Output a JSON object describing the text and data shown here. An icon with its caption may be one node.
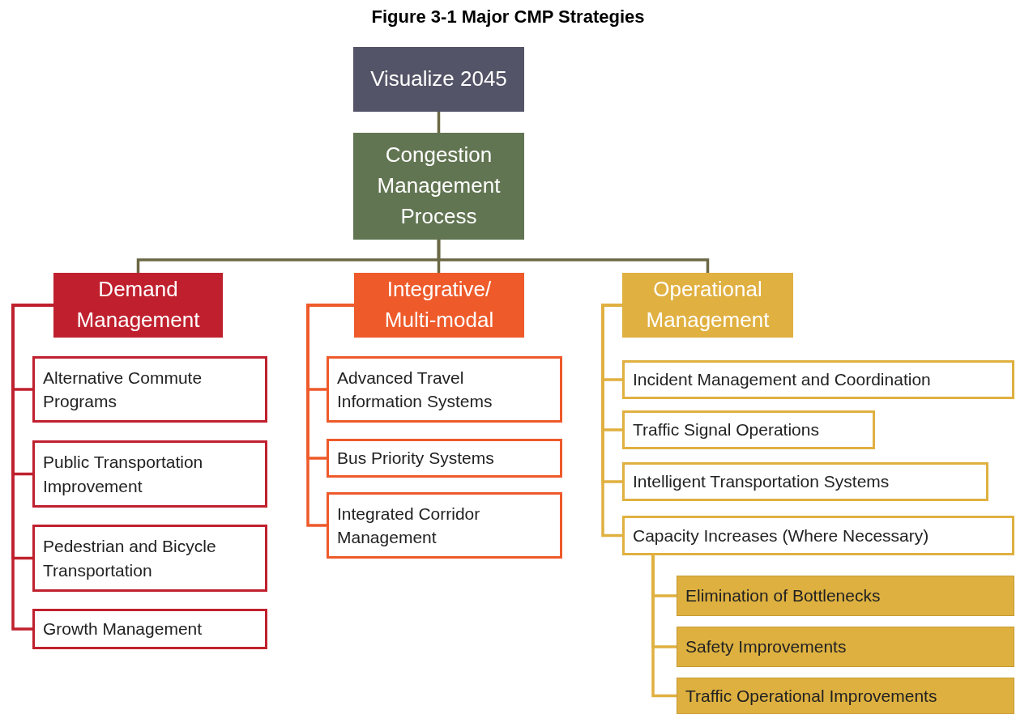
{
  "diagram": {
    "title": "Figure 3-1 Major CMP Strategies",
    "nodes": [
      {
        "text": [
          "Visualize 2045"
        ]
      },
      {
        "text": [
          "Congestion Management Process"
        ]
      },
      {
        "text": [
          "Demand Management"
        ]
      },
      {
        "text": [
          "Integrative/ Multi-modal"
        ]
      },
      {
        "text": [
          "Operational Management"
        ]
      },
      {
        "text": [
          "Alternative Commute Programs"
        ]
      },
      {
        "text": [
          "Public Transportation Improvement"
        ]
      },
      {
        "text": [
          "Pedestrian and Bicycle Transportation"
        ]
      },
      {
        "text": [
          "Growth Management"
        ]
      },
      {
        "text": [
          "Advanced Travel Information Systems"
        ]
      },
      {
        "text": [
          "Bus Priority Systems"
        ]
      },
      {
        "text": [
          "Integrated Corridor Management"
        ]
      },
      {
        "text": [
          "Incident Management and Coordination"
        ]
      },
      {
        "text": [
          "Traffic Signal Operations"
        ]
      },
      {
        "text": [
          "Intelligent Transportation Systems"
        ]
      },
      {
        "text": [
          "Capacity Increases (Where Necessary)"
        ]
      },
      {
        "text": [
          "Elimination of Bottlenecks"
        ]
      },
      {
        "text": [
          "Safety Improvements"
        ]
      },
      {
        "text": [
          "Traffic Operational Improvements"
        ]
      }
    ],
    "edges": [
      {
        "from": 0,
        "to": 1,
        "arrow": "none",
        "color": "#6b6845"
      },
      {
        "from": 1,
        "to": 2,
        "arrow": "none",
        "color": "#6b6845"
      },
      {
        "from": 1,
        "to": 3,
        "arrow": "none",
        "color": "#6b6845"
      },
      {
        "from": 1,
        "to": 4,
        "arrow": "none",
        "color": "#6b6845"
      },
      {
        "from": 2,
        "to": 5,
        "arrow": "none",
        "color": "#c0202e"
      },
      {
        "from": 2,
        "to": 6,
        "arrow": "none",
        "color": "#c0202e"
      },
      {
        "from": 2,
        "to": 7,
        "arrow": "none",
        "color": "#c0202e"
      },
      {
        "from": 2,
        "to": 8,
        "arrow": "none",
        "color": "#c0202e"
      },
      {
        "from": 3,
        "to": 9,
        "arrow": "none",
        "color": "#ee5a2a"
      },
      {
        "from": 3,
        "to": 10,
        "arrow": "none",
        "color": "#ee5a2a"
      },
      {
        "from": 3,
        "to": 11,
        "arrow": "none",
        "color": "#ee5a2a"
      },
      {
        "from": 4,
        "to": 12,
        "arrow": "none"
      },
      {
        "from": 4,
        "to": 13,
        "arrow": "none"
      },
      {
        "from": 4,
        "to": 14,
        "arrow": "none"
      },
      {
        "from": 4,
        "to": 15,
        "arrow": "none"
      },
      {
        "from": 15,
        "to": 16,
        "arrow": "none"
      },
      {
        "from": 15,
        "to": 17,
        "arrow": "none"
      },
      {
        "from": 15,
        "to": 18,
        "arrow": "none"
      }
    ]
  }
}
